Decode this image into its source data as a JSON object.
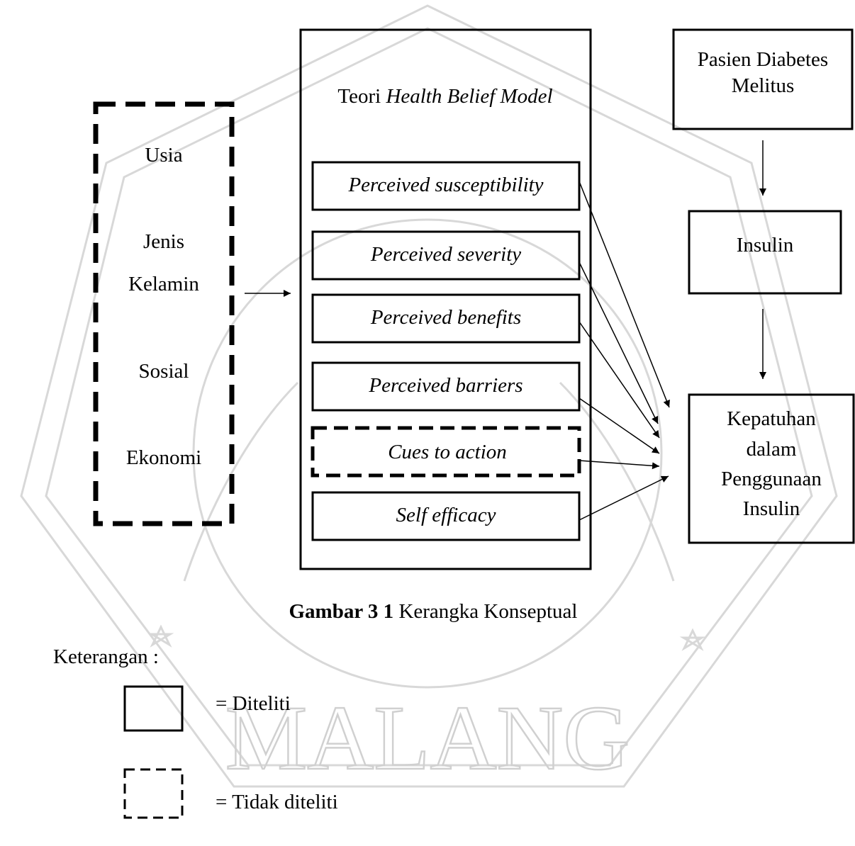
{
  "watermark": {
    "text": "MALANG",
    "color": "#d8d8d8"
  },
  "factors": {
    "usia": "Usia",
    "jenis": "Jenis",
    "kelamin": "Kelamin",
    "sosial": "Sosial",
    "ekonomi": "Ekonomi"
  },
  "hbm": {
    "title_prefix": "Teori ",
    "title_italic": "Health Belief Model",
    "components": [
      {
        "label": "Perceived susceptibility",
        "studied": true
      },
      {
        "label": "Perceived severity",
        "studied": true
      },
      {
        "label": "Perceived benefits",
        "studied": true
      },
      {
        "label": "Perceived barriers",
        "studied": true
      },
      {
        "label": "Cues to action",
        "studied": false
      },
      {
        "label": "Self efficacy",
        "studied": true
      }
    ]
  },
  "right": {
    "patients_line1": "Pasien Diabetes",
    "patients_line2": "Melitus",
    "insulin": "Insulin",
    "outcome_lines": [
      "Kepatuhan",
      "dalam",
      "Penggunaan",
      "Insulin"
    ]
  },
  "caption": {
    "bold": "Gambar 3 1",
    "text": " Kerangka Konseptual"
  },
  "legend": {
    "title": "Keterangan :",
    "solid_label": "= Diteliti",
    "dashed_label": "= Tidak diteliti"
  }
}
